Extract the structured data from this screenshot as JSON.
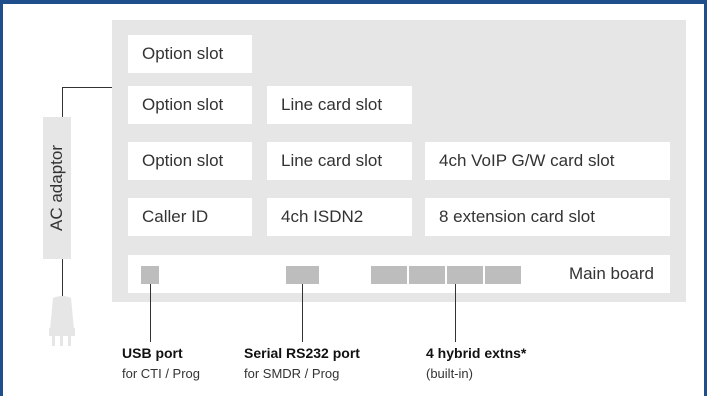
{
  "ac_adaptor": {
    "label": "AC adaptor"
  },
  "slots": {
    "option_1": "Option slot",
    "option_2": "Option slot",
    "line_card_1": "Line card slot",
    "option_3": "Option slot",
    "line_card_2": "Line card slot",
    "voip_card": "4ch VoIP G/W card slot",
    "caller_id": "Caller ID",
    "isdn2": "4ch ISDN2",
    "extension_card": "8 extension card slot",
    "main_board": "Main board"
  },
  "ports": {
    "usb": {
      "title": "USB port",
      "subtitle": "for CTI / Prog"
    },
    "serial": {
      "title": "Serial RS232 port",
      "subtitle": "for SMDR / Prog"
    },
    "hybrid": {
      "title": "4 hybrid extns*",
      "subtitle": "(built-in)"
    }
  },
  "colors": {
    "frame": "#1f4e8c",
    "board": "#e6e6e6",
    "chip": "#bdbdbd",
    "slot": "#ffffff"
  }
}
